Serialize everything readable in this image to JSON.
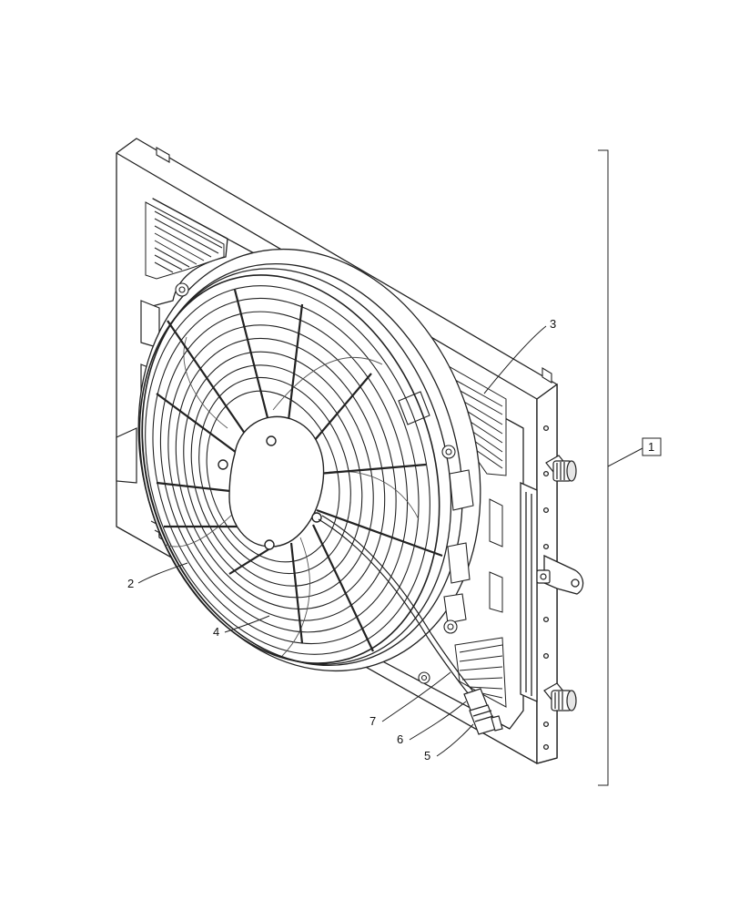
{
  "callouts": {
    "c1": "1",
    "c2": "2",
    "c3": "3",
    "c4": "4",
    "c5": "5",
    "c6": "6",
    "c7": "7"
  },
  "colors": {
    "line": "#222222",
    "paper": "#ffffff",
    "shade": "#d9d9d9"
  }
}
